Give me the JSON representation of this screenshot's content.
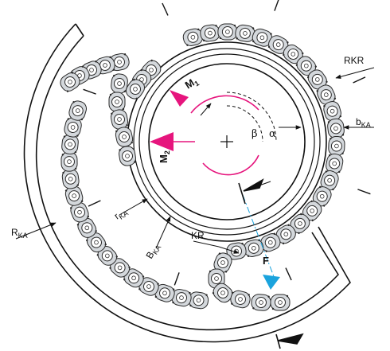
{
  "labels": {
    "rkr": "RKR",
    "bka_main": "b",
    "bka_sub": "KA",
    "rka_main": "R",
    "rka_sub": "KA",
    "r_ka_main": "r",
    "r_ka_sub": "KA",
    "b_ka_main": "B",
    "b_ka_sub": "KA",
    "kr": "KR",
    "f": "F",
    "m1_main": "M",
    "m1_sub": "1",
    "m2_main": "M",
    "m2_sub": "2",
    "beta": "β",
    "alpha": "α"
  },
  "colors": {
    "line": "#111111",
    "chain_fill": "#d4d8dc",
    "chain_stroke": "#2a2a2a",
    "link_fill": "#ffffff",
    "moment": "#e6157d",
    "force": "#1aa3dd",
    "centerline": "#1aa3dd"
  }
}
